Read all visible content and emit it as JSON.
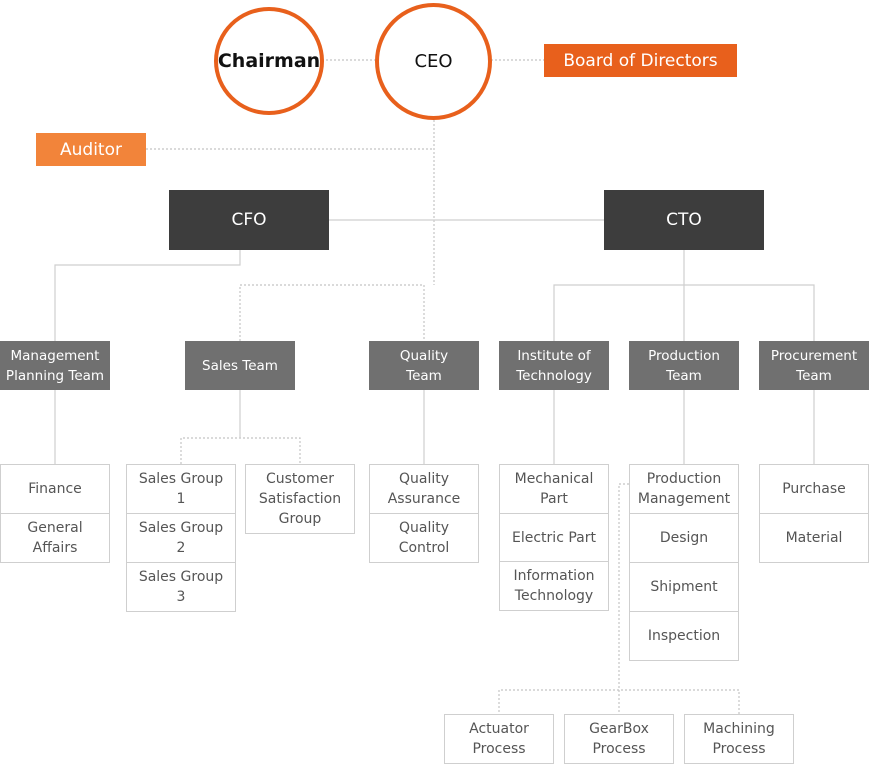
{
  "colors": {
    "accent": "#e8601c",
    "accent_light": "#f2843a",
    "exec": "#3d3d3d",
    "team": "#707070",
    "line": "#cfcfcf"
  },
  "top": {
    "chairman": "Chairman",
    "ceo": "CEO",
    "board": "Board of Directors",
    "auditor": "Auditor"
  },
  "executives": {
    "cfo": "CFO",
    "cto": "CTO"
  },
  "teams": {
    "management": "Management\nPlanning Team",
    "sales": "Sales Team",
    "quality": "Quality\nTeam",
    "institute": "Institute of\nTechnology",
    "production": "Production\nTeam",
    "procurement": "Procurement\nTeam"
  },
  "units": {
    "finance": "Finance",
    "general_affairs": "General\nAffairs",
    "sales_group_1": "Sales Group\n1",
    "sales_group_2": "Sales Group\n2",
    "sales_group_3": "Sales Group\n3",
    "customer_satisfaction": "Customer\nSatisfaction\nGroup",
    "quality_assurance": "Quality\nAssurance",
    "quality_control": "Quality\nControl",
    "mechanical_part": "Mechanical\nPart",
    "electric_part": "Electric Part",
    "information_technology": "Information\nTechnology",
    "production_management": "Production\nManagement",
    "design": "Design",
    "shipment": "Shipment",
    "inspection": "Inspection",
    "purchase": "Purchase",
    "material": "Material",
    "actuator_process": "Actuator\nProcess",
    "gearbox_process": "GearBox\nProcess",
    "machining_process": "Machining\nProcess"
  }
}
